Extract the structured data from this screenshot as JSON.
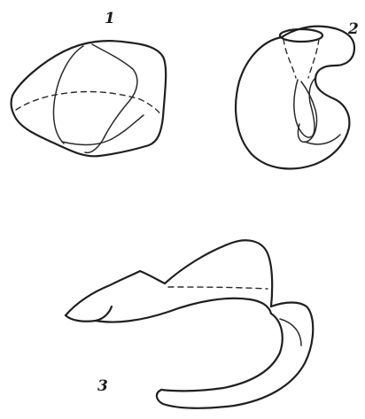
{
  "figures": [
    {
      "label": "1"
    },
    {
      "label": "2"
    },
    {
      "label": "3"
    }
  ]
}
